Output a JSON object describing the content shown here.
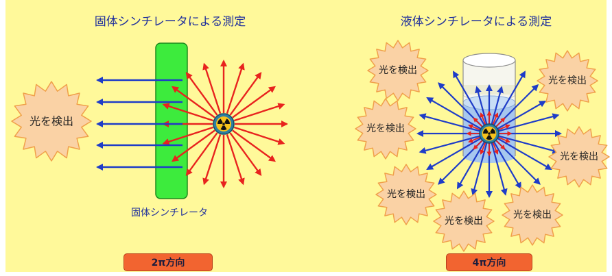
{
  "colors": {
    "background": "#FFF99A",
    "title_text": "#1F2F9C",
    "scintillator": "#3DEB3D",
    "light_arrow": "#1E3CC8",
    "radiation_arrow": "#E8231E",
    "starburst_fill": "#FAD2A5",
    "starburst_outline": "#F0A04A",
    "liquid": "#A7C7EE",
    "direction_badge": "#F26430"
  },
  "left_panel": {
    "title": "固体シンチレータによる測定",
    "scintillator_label": "固体シンチレータ",
    "source_icon": "radiation-icon",
    "detector": {
      "label": "光を検出",
      "icon": "starburst-icon"
    },
    "direction_badge": "2π方向"
  },
  "right_panel": {
    "title": "液体シンチレータによる測定",
    "source_icon": "radiation-icon",
    "container_icon": "vial-icon",
    "detectors": [
      {
        "label": "光を検出"
      },
      {
        "label": "光を検出"
      },
      {
        "label": "光を検出"
      },
      {
        "label": "光を検出"
      },
      {
        "label": "光を検出"
      },
      {
        "label": "光を検出"
      },
      {
        "label": "光を検出"
      }
    ],
    "direction_badge": "4π方向"
  }
}
